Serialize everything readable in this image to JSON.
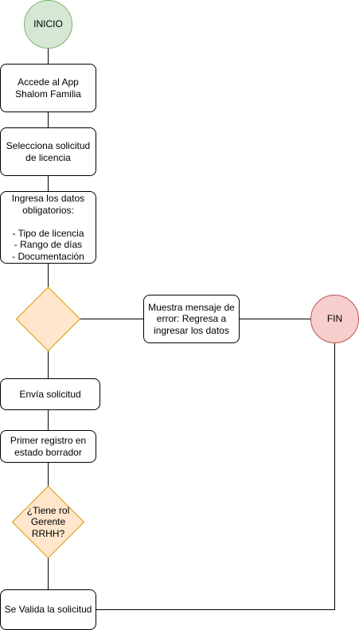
{
  "flowchart": {
    "start": "INICIO",
    "step_app": "Accede al App\nShalom Familia",
    "step_select": "Selecciona solicitud\nde licencia",
    "step_data": "Ingresa los datos\nobligatorios:\n\n- Tipo de licencia\n- Rango de días\n- Documentación",
    "decision_data": "",
    "error_msg": "Muestra mensaje de\nerror: Regresa a\ningresar los datos",
    "end": "FIN",
    "step_send": "Envía solicitud",
    "step_draft": "Primer registro en\nestado borrador",
    "decision_role": "¿Tiene rol\nGerente\nRRHH?",
    "step_validate": "Se Valida la solicitud"
  },
  "colors": {
    "start_fill": "#d5e8d4",
    "start_stroke": "#82b366",
    "end_fill": "#f8cecc",
    "end_stroke": "#b85450",
    "decision_fill": "#ffe6cc",
    "decision_stroke": "#d79b00"
  }
}
